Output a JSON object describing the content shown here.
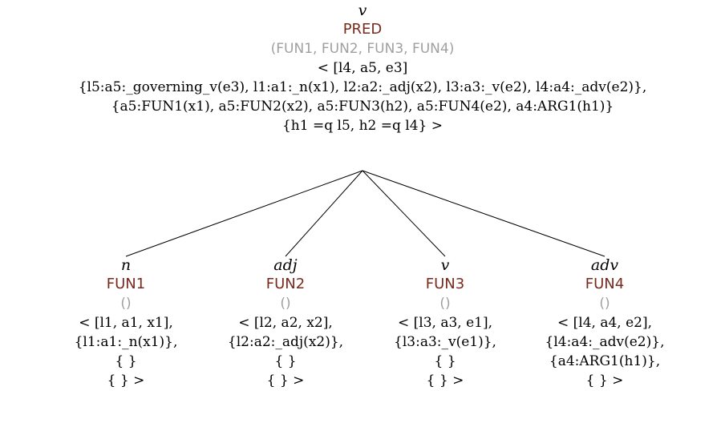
{
  "tree": {
    "root": {
      "category": "v",
      "label": "PRED",
      "args": "(FUN1, FUN2, FUN3, FUN4)",
      "semantics": [
        "< [l4, a5, e3]",
        "{l5:a5:_governing_v(e3), l1:a1:_n(x1), l2:a2:_adj(x2), l3:a3:_v(e2), l4:a4:_adv(e2)},",
        "{a5:FUN1(x1), a5:FUN2(x2), a5:FUN3(h2), a5:FUN4(e2), a4:ARG1(h1)}",
        "{h1 =q l5, h2 =q l4} >"
      ]
    },
    "children": [
      {
        "category": "n",
        "label": "FUN1",
        "args": "()",
        "semantics": [
          "< [l1, a1, x1],",
          "{l1:a1:_n(x1)},",
          "{ }",
          "{ } >"
        ]
      },
      {
        "category": "adj",
        "label": "FUN2",
        "args": "()",
        "semantics": [
          "< [l2, a2, x2],",
          "{l2:a2:_adj(x2)},",
          "{ }",
          "{ } >"
        ]
      },
      {
        "category": "v",
        "label": "FUN3",
        "args": "()",
        "semantics": [
          "< [l3, a3, e1],",
          "{l3:a3:_v(e1)},",
          "{ }",
          "{ } >"
        ]
      },
      {
        "category": "adv",
        "label": "FUN4",
        "args": "()",
        "semantics": [
          "< [l4, a4, e2],",
          "{l4:a4:_adv(e2)},",
          "{a4:ARG1(h1)},",
          "{ } >"
        ]
      }
    ]
  },
  "colors": {
    "label": "#7a2a1c",
    "args": "#a0a0a0",
    "text": "#000000",
    "edge": "#000000"
  }
}
